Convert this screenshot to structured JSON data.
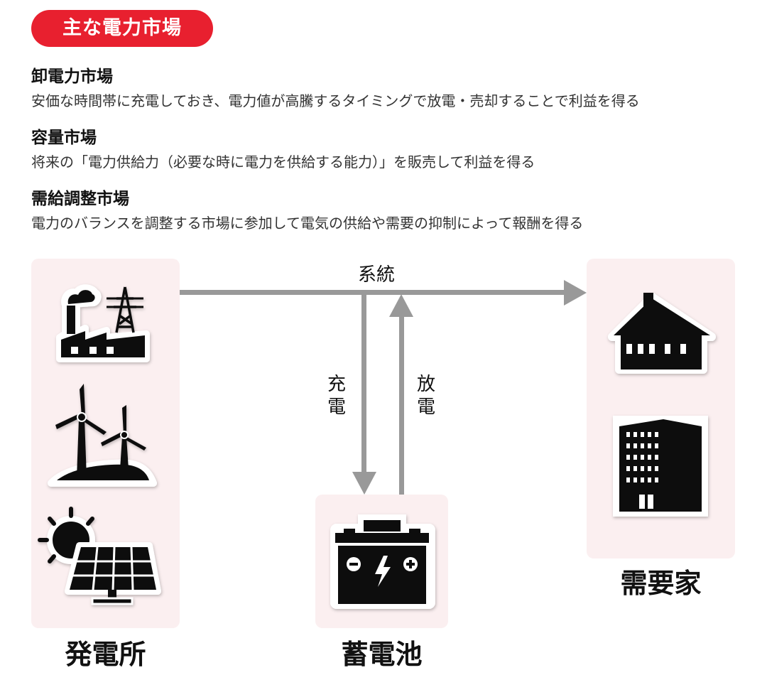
{
  "header": {
    "title": "主な電力市場"
  },
  "markets": [
    {
      "name": "卸電力市場",
      "desc": "安価な時間帯に充電しておき、電力値が高騰するタイミングで放電・売却することで利益を得る"
    },
    {
      "name": "容量市場",
      "desc": "将来の「電力供給力（必要な時に電力を供給する能力）」を販売して利益を得る"
    },
    {
      "name": "需給調整市場",
      "desc": "電力のバランスを調整する市場に参加して電気の供給や需要の抑制によって報酬を得る"
    }
  ],
  "diagram": {
    "generation": "発電所",
    "battery": "蓄電池",
    "consumer": "需要家",
    "grid": "系統",
    "charge": [
      "充",
      "電"
    ],
    "discharge": [
      "放",
      "電"
    ],
    "icons": [
      "factory-tower-icon",
      "wind-turbine-icon",
      "solar-panel-icon",
      "battery-icon",
      "house-icon",
      "building-icon"
    ],
    "colors": {
      "accent": "#e8202f",
      "panel": "#fbeff0",
      "arrow": "#999999"
    }
  }
}
